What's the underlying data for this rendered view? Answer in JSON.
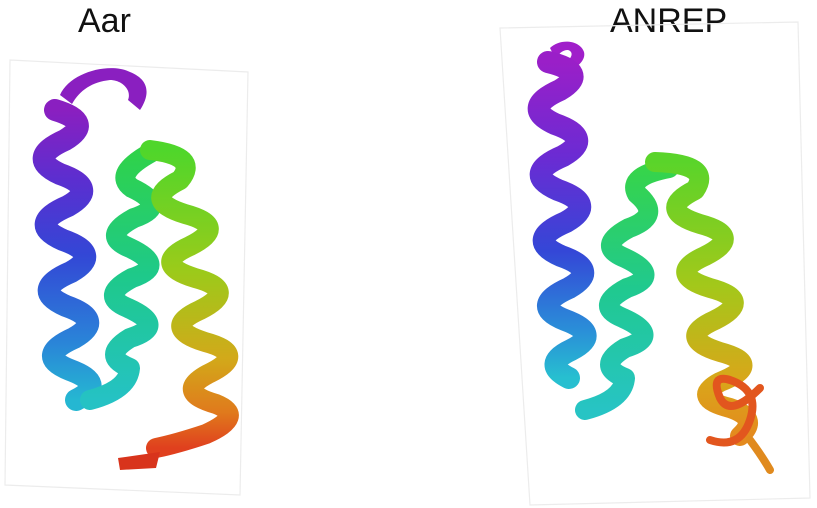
{
  "panels": [
    {
      "label": "Aar",
      "icon": "protein-helix-bundle-ribbon"
    },
    {
      "label": "ANREP",
      "icon": "protein-helix-bundle-ribbon"
    }
  ],
  "colors": {
    "n_terminus": "#7b1fb8",
    "helix1": "#3b3bd8",
    "helix1_end": "#2aa9d8",
    "helix2": "#22c98a",
    "helix3": "#8fce1c",
    "c_terminus": "#d9541e"
  }
}
